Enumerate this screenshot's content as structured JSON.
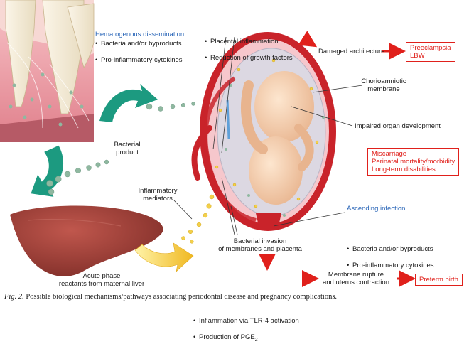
{
  "colors": {
    "arrow_red": "#e0201b",
    "arrow_teal": "#1c9a80",
    "arrow_yellow": "#f0c020",
    "liver": "#9b3a34",
    "uterus_wall": "#c9232a",
    "text_blue": "#2a66b8"
  },
  "labels": {
    "hematogenous_title": "Hematogenous dissemination",
    "hematogenous_items": [
      "Bacteria and/or byproducts",
      "Pro-inflammatory cytokines"
    ],
    "bacterial_product": [
      "Bacterial",
      "product"
    ],
    "inflammatory_mediators": [
      "Inflammatory",
      "mediators"
    ],
    "acute_phase": [
      "Acute phase",
      "reactants from maternal liver"
    ],
    "placental_items": [
      "Placental inflammation",
      "Reduction of growth factors"
    ],
    "damaged_architecture": "Damaged architecture",
    "chorioamniotic": [
      "Chorioamniotic",
      "membrane"
    ],
    "impaired_organ": "Impaired organ development",
    "ascending_title": "Ascending infection",
    "ascending_items": [
      "Bacteria and/or byproducts",
      "Pro-inflammatory cytokines"
    ],
    "bacterial_invasion": [
      "Bacterial invasion",
      "of membranes and placenta"
    ],
    "inflammation_item": "Inflammation via TLR-4 activation",
    "pge_item": "Production of PGE",
    "pge_sub": "2",
    "membrane_rupture": [
      "Membrane rupture",
      "and uterus contraction"
    ]
  },
  "outcomes": {
    "preeclampsia": [
      "Preeclampsia",
      "LBW"
    ],
    "miscarriage": [
      "Miscarriage",
      "Perinatal mortality/morbidity",
      "Long-term disabilities"
    ],
    "preterm": "Preterm birth"
  },
  "caption": {
    "fig": "Fig. 2.",
    "text": "Possible biological mechanisms/pathways associating periodontal disease and pregnancy complications."
  }
}
